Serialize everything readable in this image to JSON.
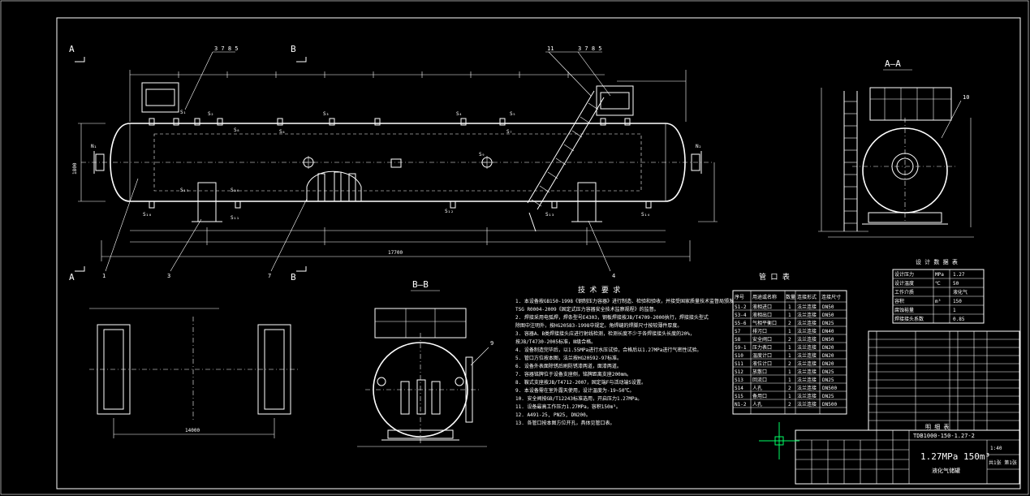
{
  "sections": {
    "aa_marker": "A",
    "bb_marker": "B",
    "aa_title": "A—A",
    "bb_title": "B—B"
  },
  "leaders": {
    "item_1": "1",
    "item_3": "3",
    "item_7": "7",
    "item_4": "4",
    "item_9": "9",
    "item_10": "10",
    "item_11": "11",
    "group_left": "3 7 8 5",
    "group_right": "3 7 8 5"
  },
  "dimensions": {
    "overall_length": "17700",
    "plan_length": "14000",
    "height": "1800"
  },
  "nozzles": [
    "N₁",
    "N₂",
    "S₁",
    "S₂",
    "S₃",
    "S₄",
    "S₅",
    "S₆",
    "S₇",
    "S₈",
    "S₉",
    "S₁₀",
    "S₁₁",
    "S₁₂",
    "S₁₃",
    "S₁₄",
    "S₁₅",
    "S₁₆"
  ],
  "tech_requirements": {
    "title": "技 术 要 求",
    "lines": [
      "1. 本设备按GB150-1998《钢制压力容器》进行制造、检验和验收，并接受国家质量技术监督局颁发",
      "   TSG R0004-2009《固定式压力容器安全技术监察规程》的监督。",
      "2. 焊接采用电弧焊，焊条型号E4303，钢板焊接按JB/T4709-2000执行，焊接接头型式",
      "   除图中注明外，按HG20583-1998中规定。角焊缝的焊脚尺寸按较薄件厚度。",
      "3. 容器A、B类焊接接头应进行射线检测，检测长度不少于各焊接接头长度的20%，",
      "   按JB/T4730-2005标准，Ⅲ级合格。",
      "4. 设备制造完毕后，以1.55MPa进行水压试验，合格后以1.27MPa进行气密性试验。",
      "5. 管口方位按本图，法兰按HG20592-97标准。",
      "6. 设备外表面除锈后刷防锈漆两道，面漆两道。",
      "7. 容器铭牌位于设备支座侧，铭牌距离支座200mm。",
      "8. 鞍式支座按JB/T4712-2007，固定端F与活动端S设置。",
      "9. 本设备需在室外露天使用，设计温度为-19~50℃。",
      "10. 安全阀按GB/T12243标准选用，开启压力1.27MPa。",
      "11. 设备最高工作压力1.27MPa，容积150m³。",
      "12. A491-25, PN25, DN200。",
      "13. 各管口按本图方位开孔，具体见管口表。"
    ]
  },
  "nozzle_table": {
    "title": "管 口 表",
    "headers": [
      "序号",
      "用途或名称",
      "数量",
      "连接形式",
      "连接尺寸"
    ],
    "rows": [
      [
        "S1-2",
        "液相进口",
        "1",
        "法兰连接",
        "DN50"
      ],
      [
        "S3-4",
        "液相出口",
        "1",
        "法兰连接",
        "DN50"
      ],
      [
        "S5-6",
        "气相平衡口",
        "2",
        "法兰连接",
        "DN25"
      ],
      [
        "S7",
        "排污口",
        "1",
        "法兰连接",
        "DN40"
      ],
      [
        "S8",
        "安全阀口",
        "2",
        "法兰连接",
        "DN50"
      ],
      [
        "S9-1",
        "压力表口",
        "1",
        "法兰连接",
        "DN20"
      ],
      [
        "S10",
        "温度计口",
        "1",
        "法兰连接",
        "DN20"
      ],
      [
        "S11",
        "液位计口",
        "2",
        "法兰连接",
        "DN20"
      ],
      [
        "S12",
        "放散口",
        "1",
        "法兰连接",
        "DN25"
      ],
      [
        "S13",
        "回流口",
        "1",
        "法兰连接",
        "DN25"
      ],
      [
        "S14",
        "人孔",
        "2",
        "法兰连接",
        "DN500"
      ],
      [
        "S15",
        "备用口",
        "1",
        "法兰连接",
        "DN25"
      ],
      [
        "N1-2",
        "人孔",
        "2",
        "法兰连接",
        "DN500"
      ]
    ]
  },
  "design_table": {
    "title": "设 计 数 据 表",
    "rows": [
      [
        "设计压力",
        "MPa",
        "1.27"
      ],
      [
        "设计温度",
        "℃",
        "50"
      ],
      [
        "工作介质",
        "",
        "液化气"
      ],
      [
        "容积",
        "m³",
        "150"
      ],
      [
        "腐蚀裕量",
        "",
        "1"
      ],
      [
        "焊接接头系数",
        "",
        "0.85"
      ]
    ]
  },
  "title_block": {
    "parts_title": "明 细 表",
    "drawing_no": "TDB1000-150-1.27-2",
    "name_line1": "1.27MPa 150m³",
    "name_line2": "液化气储罐",
    "scale": "1:40",
    "sheet": "共1张 第1张"
  }
}
